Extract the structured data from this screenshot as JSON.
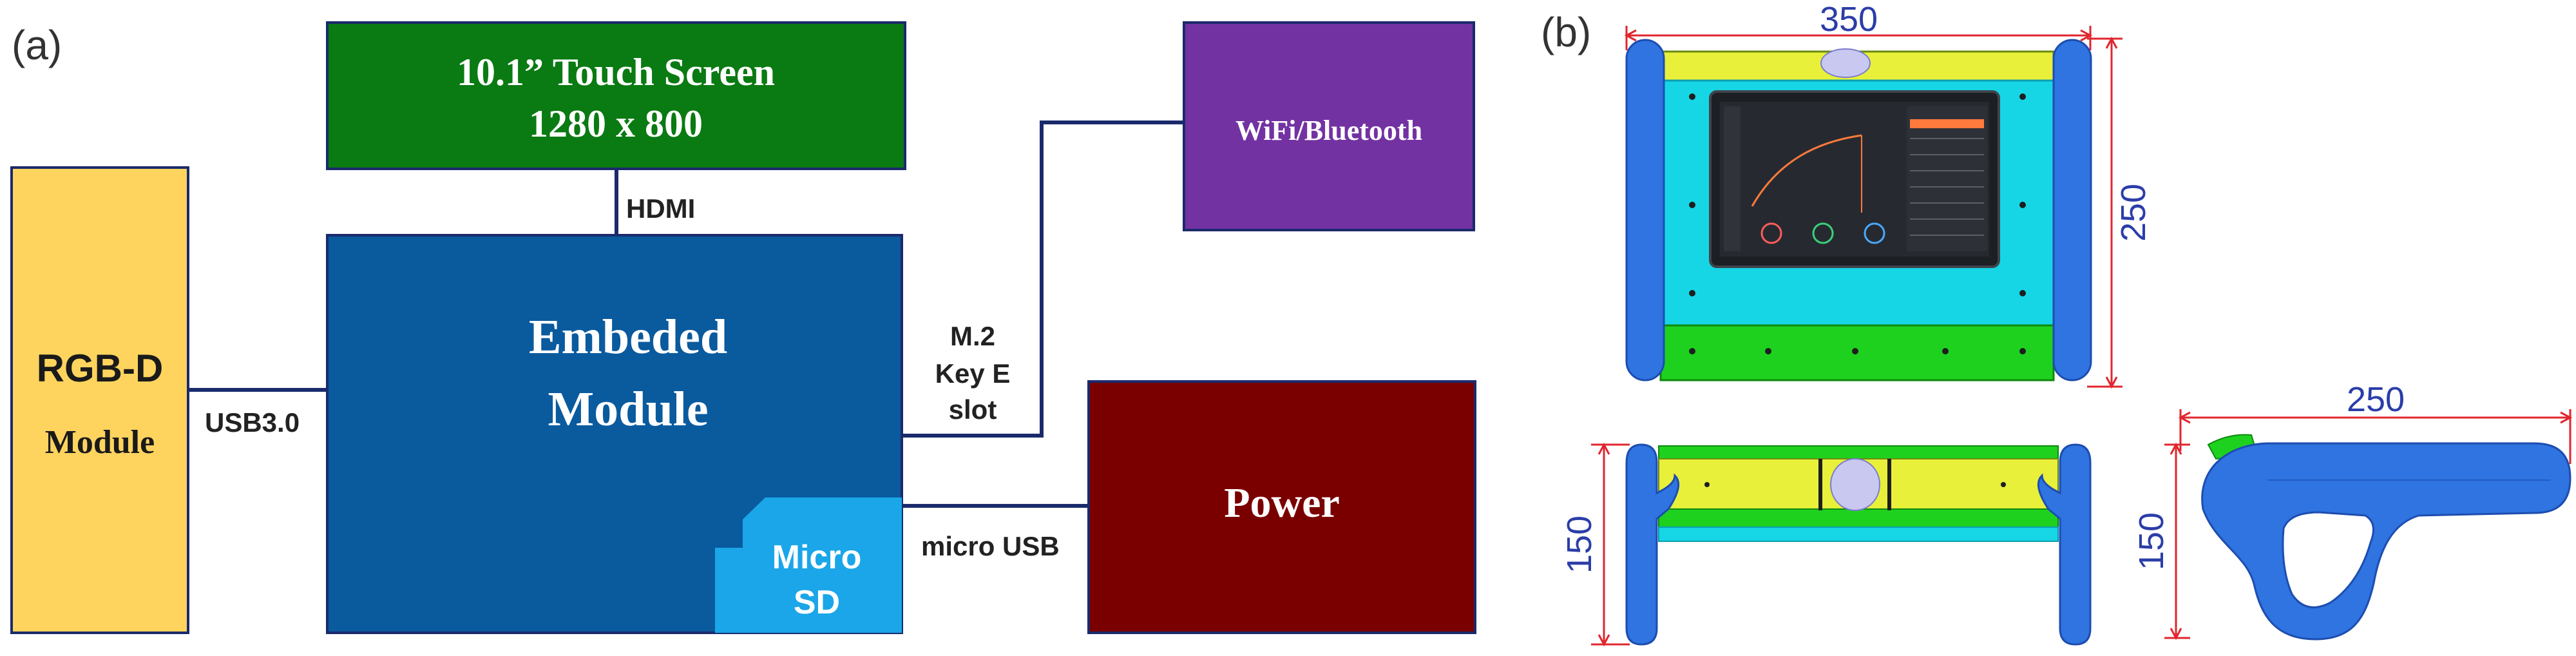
{
  "panel_a": {
    "tag": "(a)",
    "touch_screen": {
      "line1": "10.1” Touch Screen",
      "line2": "1280 x 800"
    },
    "wifi": "WiFi/Bluetooth",
    "rgbd": {
      "line1": "RGB-D",
      "line2": "Module"
    },
    "embedded": {
      "line1": "Embeded",
      "line2": "Module"
    },
    "microsd": {
      "line1": "Micro",
      "line2": "SD"
    },
    "power": "Power",
    "links": {
      "hdmi": "HDMI",
      "usb3": "USB3.0",
      "m2_line1": "M.2",
      "m2_line2": "Key  E",
      "m2_line3": "slot",
      "micro_usb": "micro USB"
    },
    "colors": {
      "touch_screen": "#0a7a12",
      "wifi": "#7332a2",
      "rgbd": "#ffd45e",
      "embedded": "#0a5a9e",
      "microsd": "#1aa6e8",
      "power": "#7a0000",
      "line": "#1a2a6c"
    }
  },
  "panel_b": {
    "tag": "(b)",
    "dims": {
      "front_width": "350",
      "front_height": "250",
      "top_depth": "150",
      "side_length": "250",
      "side_height": "150"
    },
    "colors": {
      "body": "#2f74e0",
      "screen_frame": "#16d6e6",
      "green": "#1fd11f",
      "yellow": "#e8f03a",
      "dim": "#e0262e",
      "dim_text": "#2b3da8"
    }
  }
}
